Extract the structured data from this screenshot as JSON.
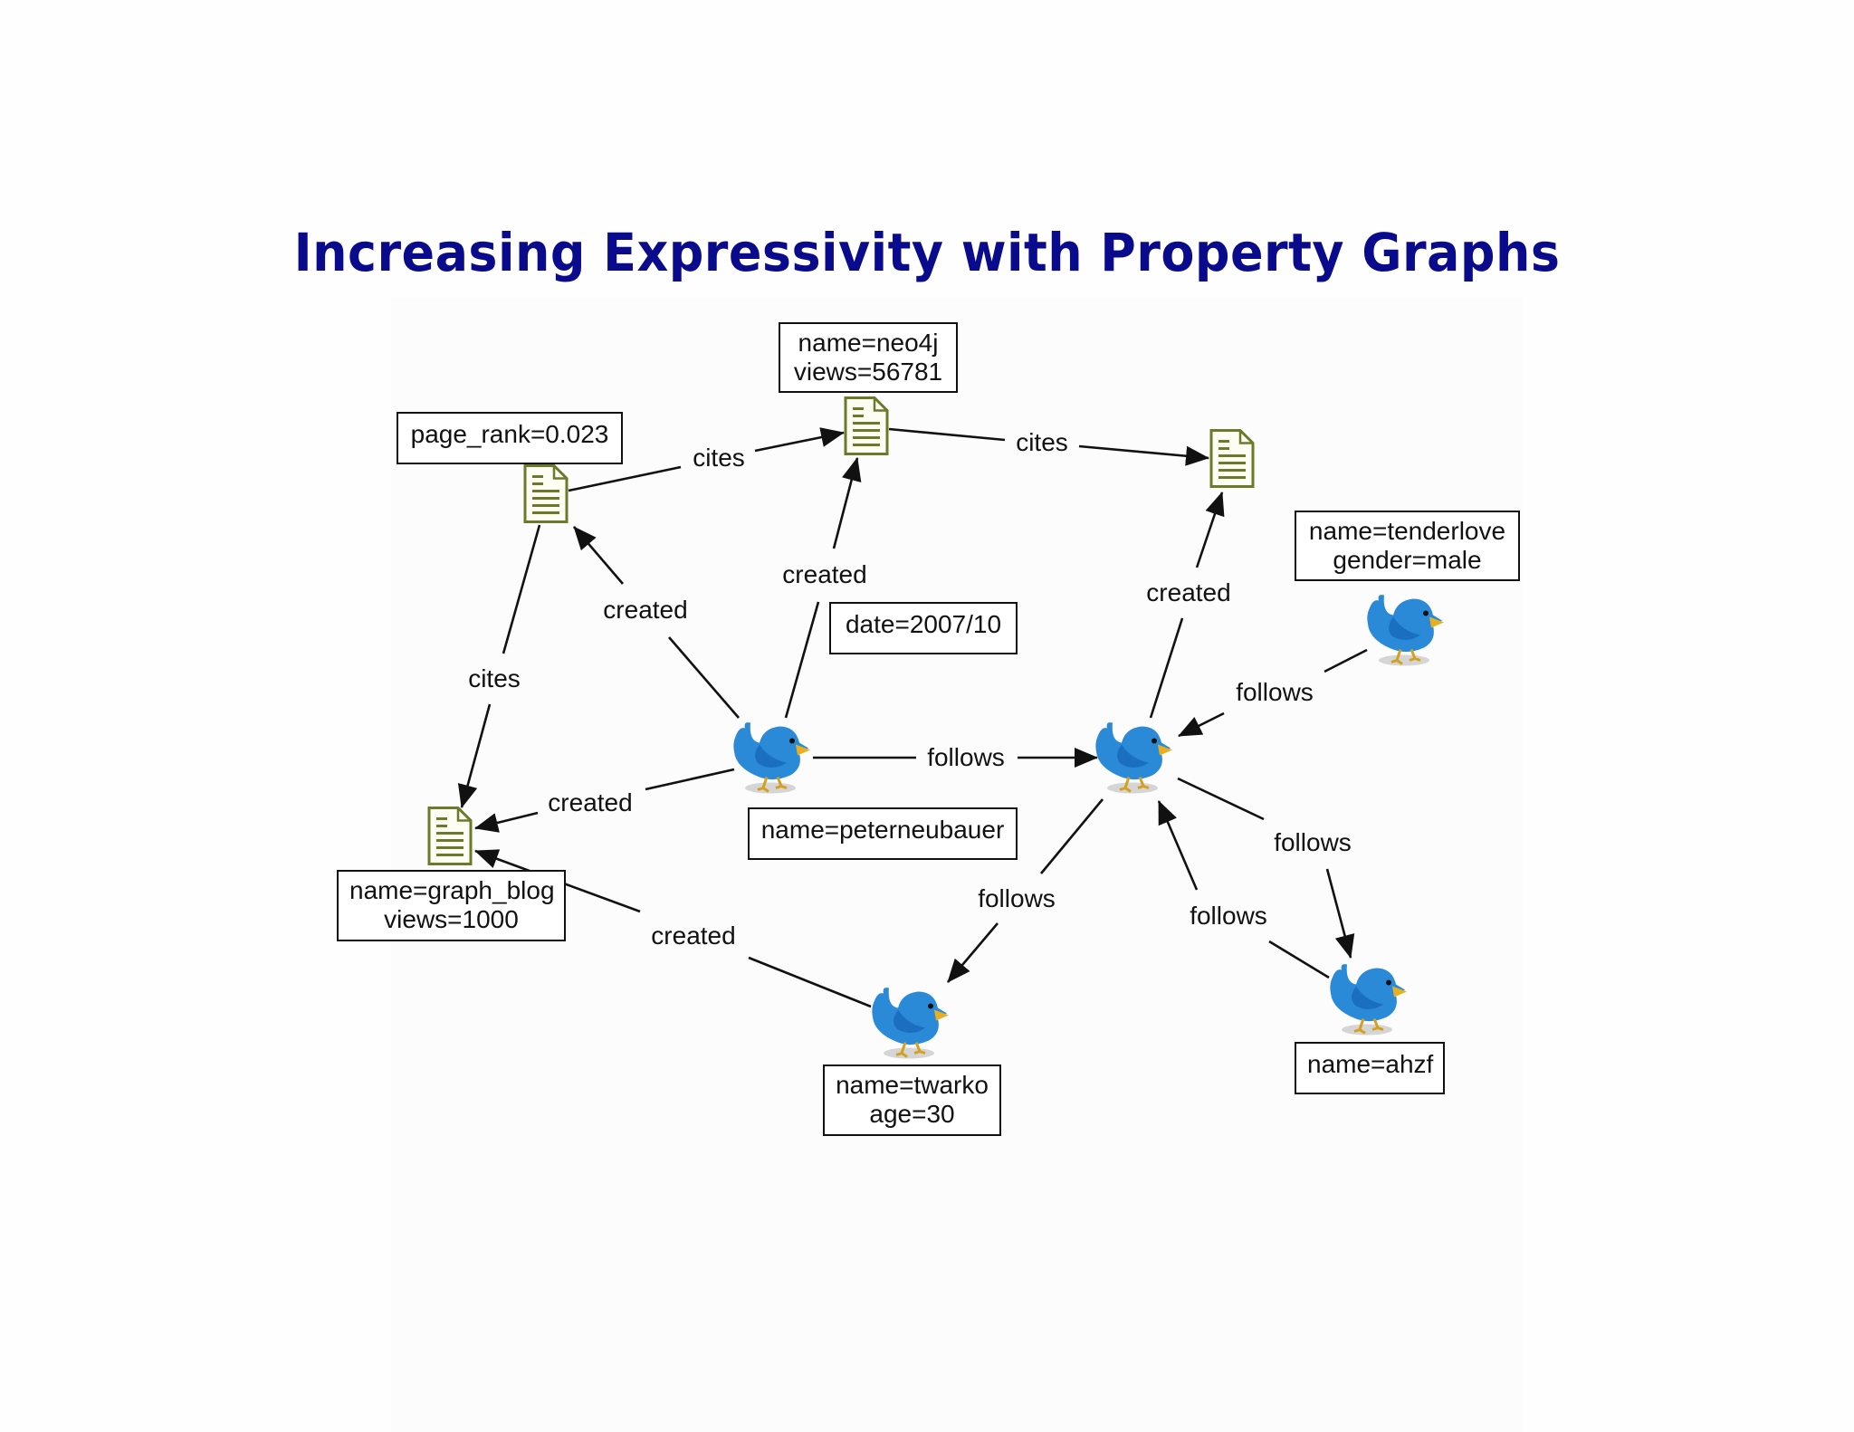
{
  "title": "Increasing Expressivity with Property Graphs",
  "colors": {
    "title": "#0a0a8c",
    "document_icon": "#6b7a2a",
    "bird": "#2a8ad8",
    "edge": "#111111"
  },
  "nodes": {
    "doc_a": {
      "type": "document",
      "icon": "document-icon",
      "props": [
        "page_rank=0.023"
      ]
    },
    "doc_b": {
      "type": "document",
      "icon": "document-icon",
      "props": [
        "name=neo4j",
        "views=56781"
      ]
    },
    "doc_c": {
      "type": "document",
      "icon": "document-icon",
      "props": []
    },
    "doc_d": {
      "type": "document",
      "icon": "document-icon",
      "props": [
        "name=graph_blog",
        "views=1000"
      ]
    },
    "peter": {
      "type": "user",
      "icon": "twitter-bird-icon",
      "props": [
        "name=peterneubauer"
      ]
    },
    "center": {
      "type": "user",
      "icon": "twitter-bird-icon",
      "props": []
    },
    "tenderlove": {
      "type": "user",
      "icon": "twitter-bird-icon",
      "props": [
        "name=tenderlove",
        "gender=male"
      ]
    },
    "twarko": {
      "type": "user",
      "icon": "twitter-bird-icon",
      "props": [
        "name=twarko",
        "age=30"
      ]
    },
    "ahzf": {
      "type": "user",
      "icon": "twitter-bird-icon",
      "props": [
        "name=ahzf"
      ]
    }
  },
  "edges": [
    {
      "from": "doc_a",
      "to": "doc_b",
      "label": "cites"
    },
    {
      "from": "doc_b",
      "to": "doc_c",
      "label": "cites"
    },
    {
      "from": "doc_a",
      "to": "doc_d",
      "label": "cites"
    },
    {
      "from": "peter",
      "to": "doc_a",
      "label": "created"
    },
    {
      "from": "peter",
      "to": "doc_b",
      "label": "created",
      "props": [
        "date=2007/10"
      ]
    },
    {
      "from": "peter",
      "to": "doc_d",
      "label": "created"
    },
    {
      "from": "peter",
      "to": "center",
      "label": "follows"
    },
    {
      "from": "center",
      "to": "doc_c",
      "label": "created"
    },
    {
      "from": "tenderlove",
      "to": "center",
      "label": "follows"
    },
    {
      "from": "center",
      "to": "twarko",
      "label": "follows"
    },
    {
      "from": "center",
      "to": "ahzf",
      "label": "follows"
    },
    {
      "from": "ahzf",
      "to": "center",
      "label": "follows"
    },
    {
      "from": "twarko",
      "to": "doc_d",
      "label": "created"
    }
  ],
  "labels": {
    "props": {
      "doc_a_0": "page_rank=0.023",
      "doc_b_0": "name=neo4j",
      "doc_b_1": "views=56781",
      "doc_d_0": "name=graph_blog",
      "doc_d_1": "views=1000",
      "peter_0": "name=peterneubauer",
      "tenderlove_0": "name=tenderlove",
      "tenderlove_1": "gender=male",
      "twarko_0": "name=twarko",
      "twarko_1": "age=30",
      "ahzf_0": "name=ahzf",
      "edge_date": "date=2007/10"
    },
    "edge_labels": {
      "cites_ab": "cites",
      "cites_bc": "cites",
      "cites_ad": "cites",
      "created_pa": "created",
      "created_pb": "created",
      "created_pd": "created",
      "follows_pc": "follows",
      "created_cc": "created",
      "follows_tc": "follows",
      "follows_c_tw": "follows",
      "follows_c_ah": "follows",
      "follows_ah_c": "follows",
      "created_tw_d": "created"
    }
  }
}
